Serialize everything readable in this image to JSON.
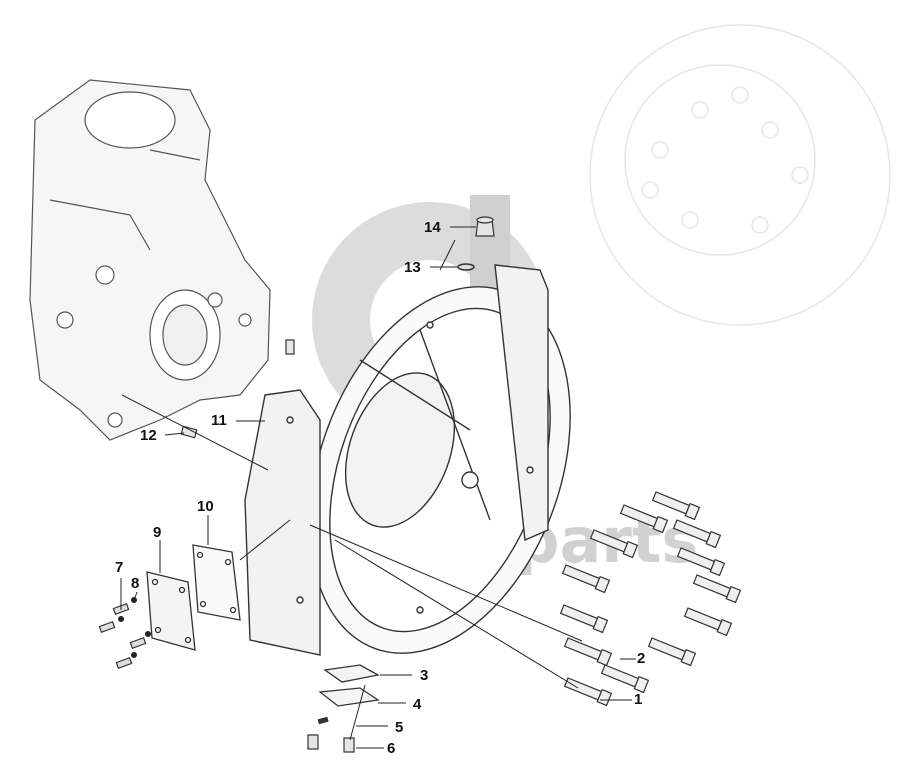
{
  "watermark": {
    "text": "euro-parts",
    "color": "#c9c9c9"
  },
  "callouts": [
    {
      "id": "1",
      "label": "1"
    },
    {
      "id": "2",
      "label": "2"
    },
    {
      "id": "3",
      "label": "3"
    },
    {
      "id": "4",
      "label": "4"
    },
    {
      "id": "5",
      "label": "5"
    },
    {
      "id": "6",
      "label": "6"
    },
    {
      "id": "7",
      "label": "7"
    },
    {
      "id": "8",
      "label": "8"
    },
    {
      "id": "9",
      "label": "9"
    },
    {
      "id": "10",
      "label": "10"
    },
    {
      "id": "11",
      "label": "11"
    },
    {
      "id": "12",
      "label": "12"
    },
    {
      "id": "13",
      "label": "13"
    },
    {
      "id": "14",
      "label": "14"
    }
  ]
}
